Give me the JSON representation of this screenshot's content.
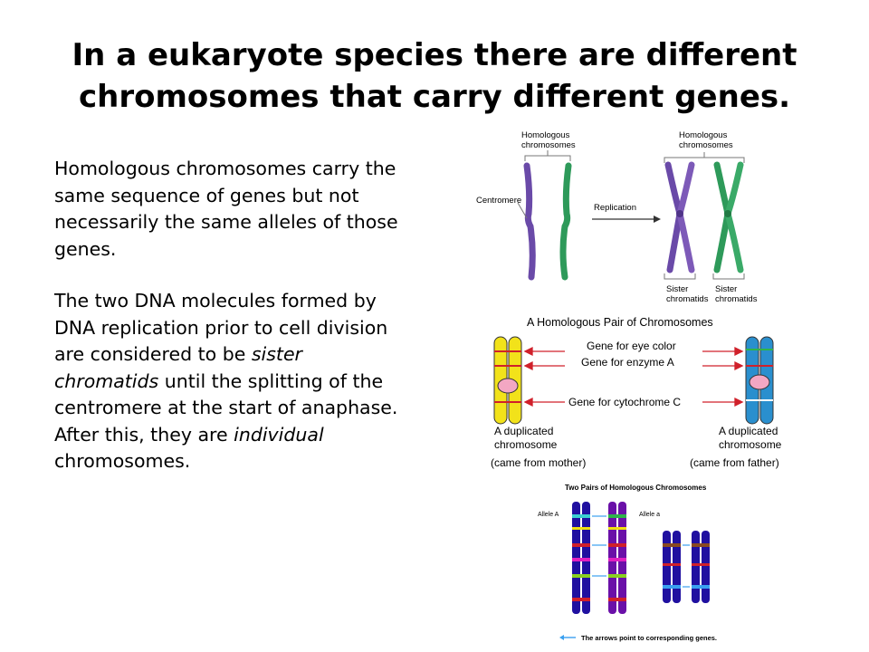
{
  "title": {
    "line1": "In a eukaryote species there are different",
    "line2": "chromosomes that carry different genes."
  },
  "body": {
    "paragraph1": "Homologous chromosomes carry the same sequence of genes but not necessarily the same alleles of those genes.",
    "paragraph2_parts": {
      "p1": "The two DNA molecules formed by DNA replication prior to cell division are considered to be ",
      "em1": "sister chromatids",
      "p2": " until the splitting of the centromere at the start of anaphase. After this, they are ",
      "em2": "individual",
      "p3": " chromosomes."
    }
  },
  "figure_replication": {
    "label_homologous_left_1": "Homologous",
    "label_homologous_left_2": "chromosomes",
    "label_homologous_right_1": "Homologous",
    "label_homologous_right_2": "chromosomes",
    "label_centromere": "Centromere",
    "label_replication": "Replication",
    "label_sister_1a": "Sister",
    "label_sister_1b": "chromatids",
    "label_sister_2a": "Sister",
    "label_sister_2b": "chromatids",
    "colors": {
      "purple": "#6a4aa8",
      "green": "#2e9a5a"
    }
  },
  "figure_homologous_pair": {
    "title": "A Homologous Pair of Chromosomes",
    "gene_eye": "Gene for eye color",
    "gene_enzyme": "Gene for enzyme A",
    "gene_cyto": "Gene for cytochrome C",
    "left_label_1": "A duplicated",
    "left_label_2": "chromosome",
    "left_label_3": "(came from mother)",
    "right_label_1": "A duplicated",
    "right_label_2": "chromosome",
    "right_label_3": "(came from father)",
    "colors": {
      "yellow": "#f2e21a",
      "blue": "#2a8fce",
      "arrow": "#d0202a",
      "centromere": "#f3a7c3"
    }
  },
  "figure_two_pairs": {
    "title": "Two Pairs of Homologous Chromosomes",
    "allele_a_upper": "Allele A",
    "allele_a_lower": "Allele a",
    "footer": "The arrows point to corresponding genes.",
    "colors": {
      "chromosome": "#2010a0",
      "arrow": "#3aa0f0"
    }
  }
}
